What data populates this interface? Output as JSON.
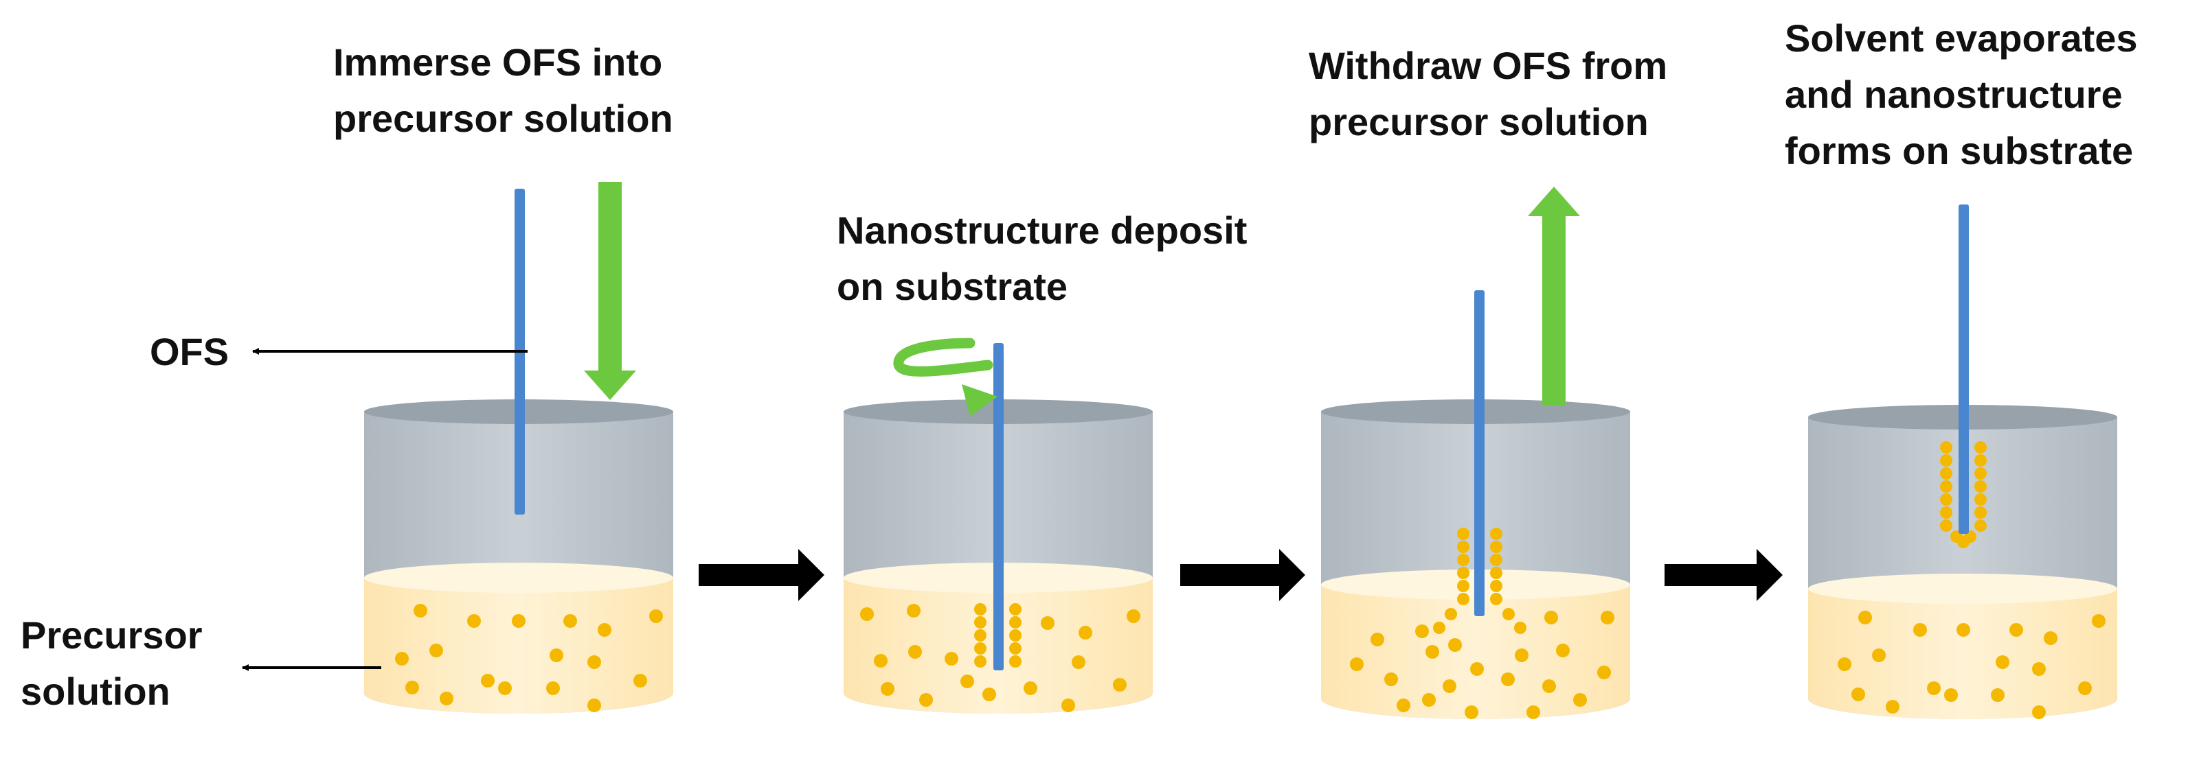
{
  "labels": {
    "step1_line1": "Immerse OFS into",
    "step1_line2": "precursor solution",
    "step2_line1": "Nanostructure deposit",
    "step2_line2": "on substrate",
    "step3_line1": "Withdraw OFS from",
    "step3_line2": "precursor solution",
    "step4_line1": "Solvent evaporates",
    "step4_line2": "and nanostructure",
    "step4_line3": "forms on substrate",
    "ofs": "OFS",
    "precursor_line1": "Precursor",
    "precursor_line2": "solution"
  },
  "colors": {
    "fiber": "#4a86d0",
    "green_arrow": "#6cc83f",
    "particle": "#f5b800",
    "solution": "#fff0c8",
    "container": "#bcc5cc",
    "step_arrow": "#000000"
  }
}
